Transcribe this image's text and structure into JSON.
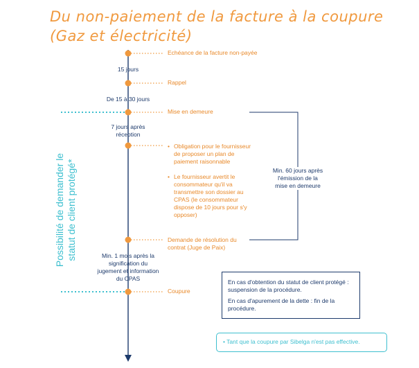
{
  "title": {
    "line1": "Du non-paiement de la facture à la coupure",
    "line2": "(Gaz et électricité)"
  },
  "steps": [
    {
      "label": "Echéance de la facture non-payée"
    },
    {
      "label": "Rappel"
    },
    {
      "label": "Mise en demeure"
    },
    {
      "label": "Demande de résolution du contrat (Juge de Paix)"
    },
    {
      "label": "Coupure"
    }
  ],
  "intervals": [
    "15 jours",
    "De 15 à 30 jours",
    "7 jours après réception",
    "Min. 1 mois après la signification du jugement et information du CPAS"
  ],
  "obligations": [
    "Obligation pour le fournisseur de proposer un plan de paiement raisonnable",
    "Le fournisseur avertit le consommateur qu'il va transmettre son dossier au CPAS (le consommateur dispose de 10 jours pour s'y opposer)"
  ],
  "bracket_note": "Min. 60 jours après l'émission de la mise en demeure",
  "side_label": "Possibilité de demander le statut de client protégé*",
  "info_box": {
    "p1": "En cas d'obtention du statut de client protégé : suspension de la procédure.",
    "p2": "En cas d'apurement de la dette : fin de la procédure."
  },
  "footnote": "• Tant que la coupure par Sibelga n'est pas effective.",
  "colors": {
    "orange": "#f0993e",
    "navy": "#1d3a6b",
    "teal": "#3dbfcf"
  }
}
